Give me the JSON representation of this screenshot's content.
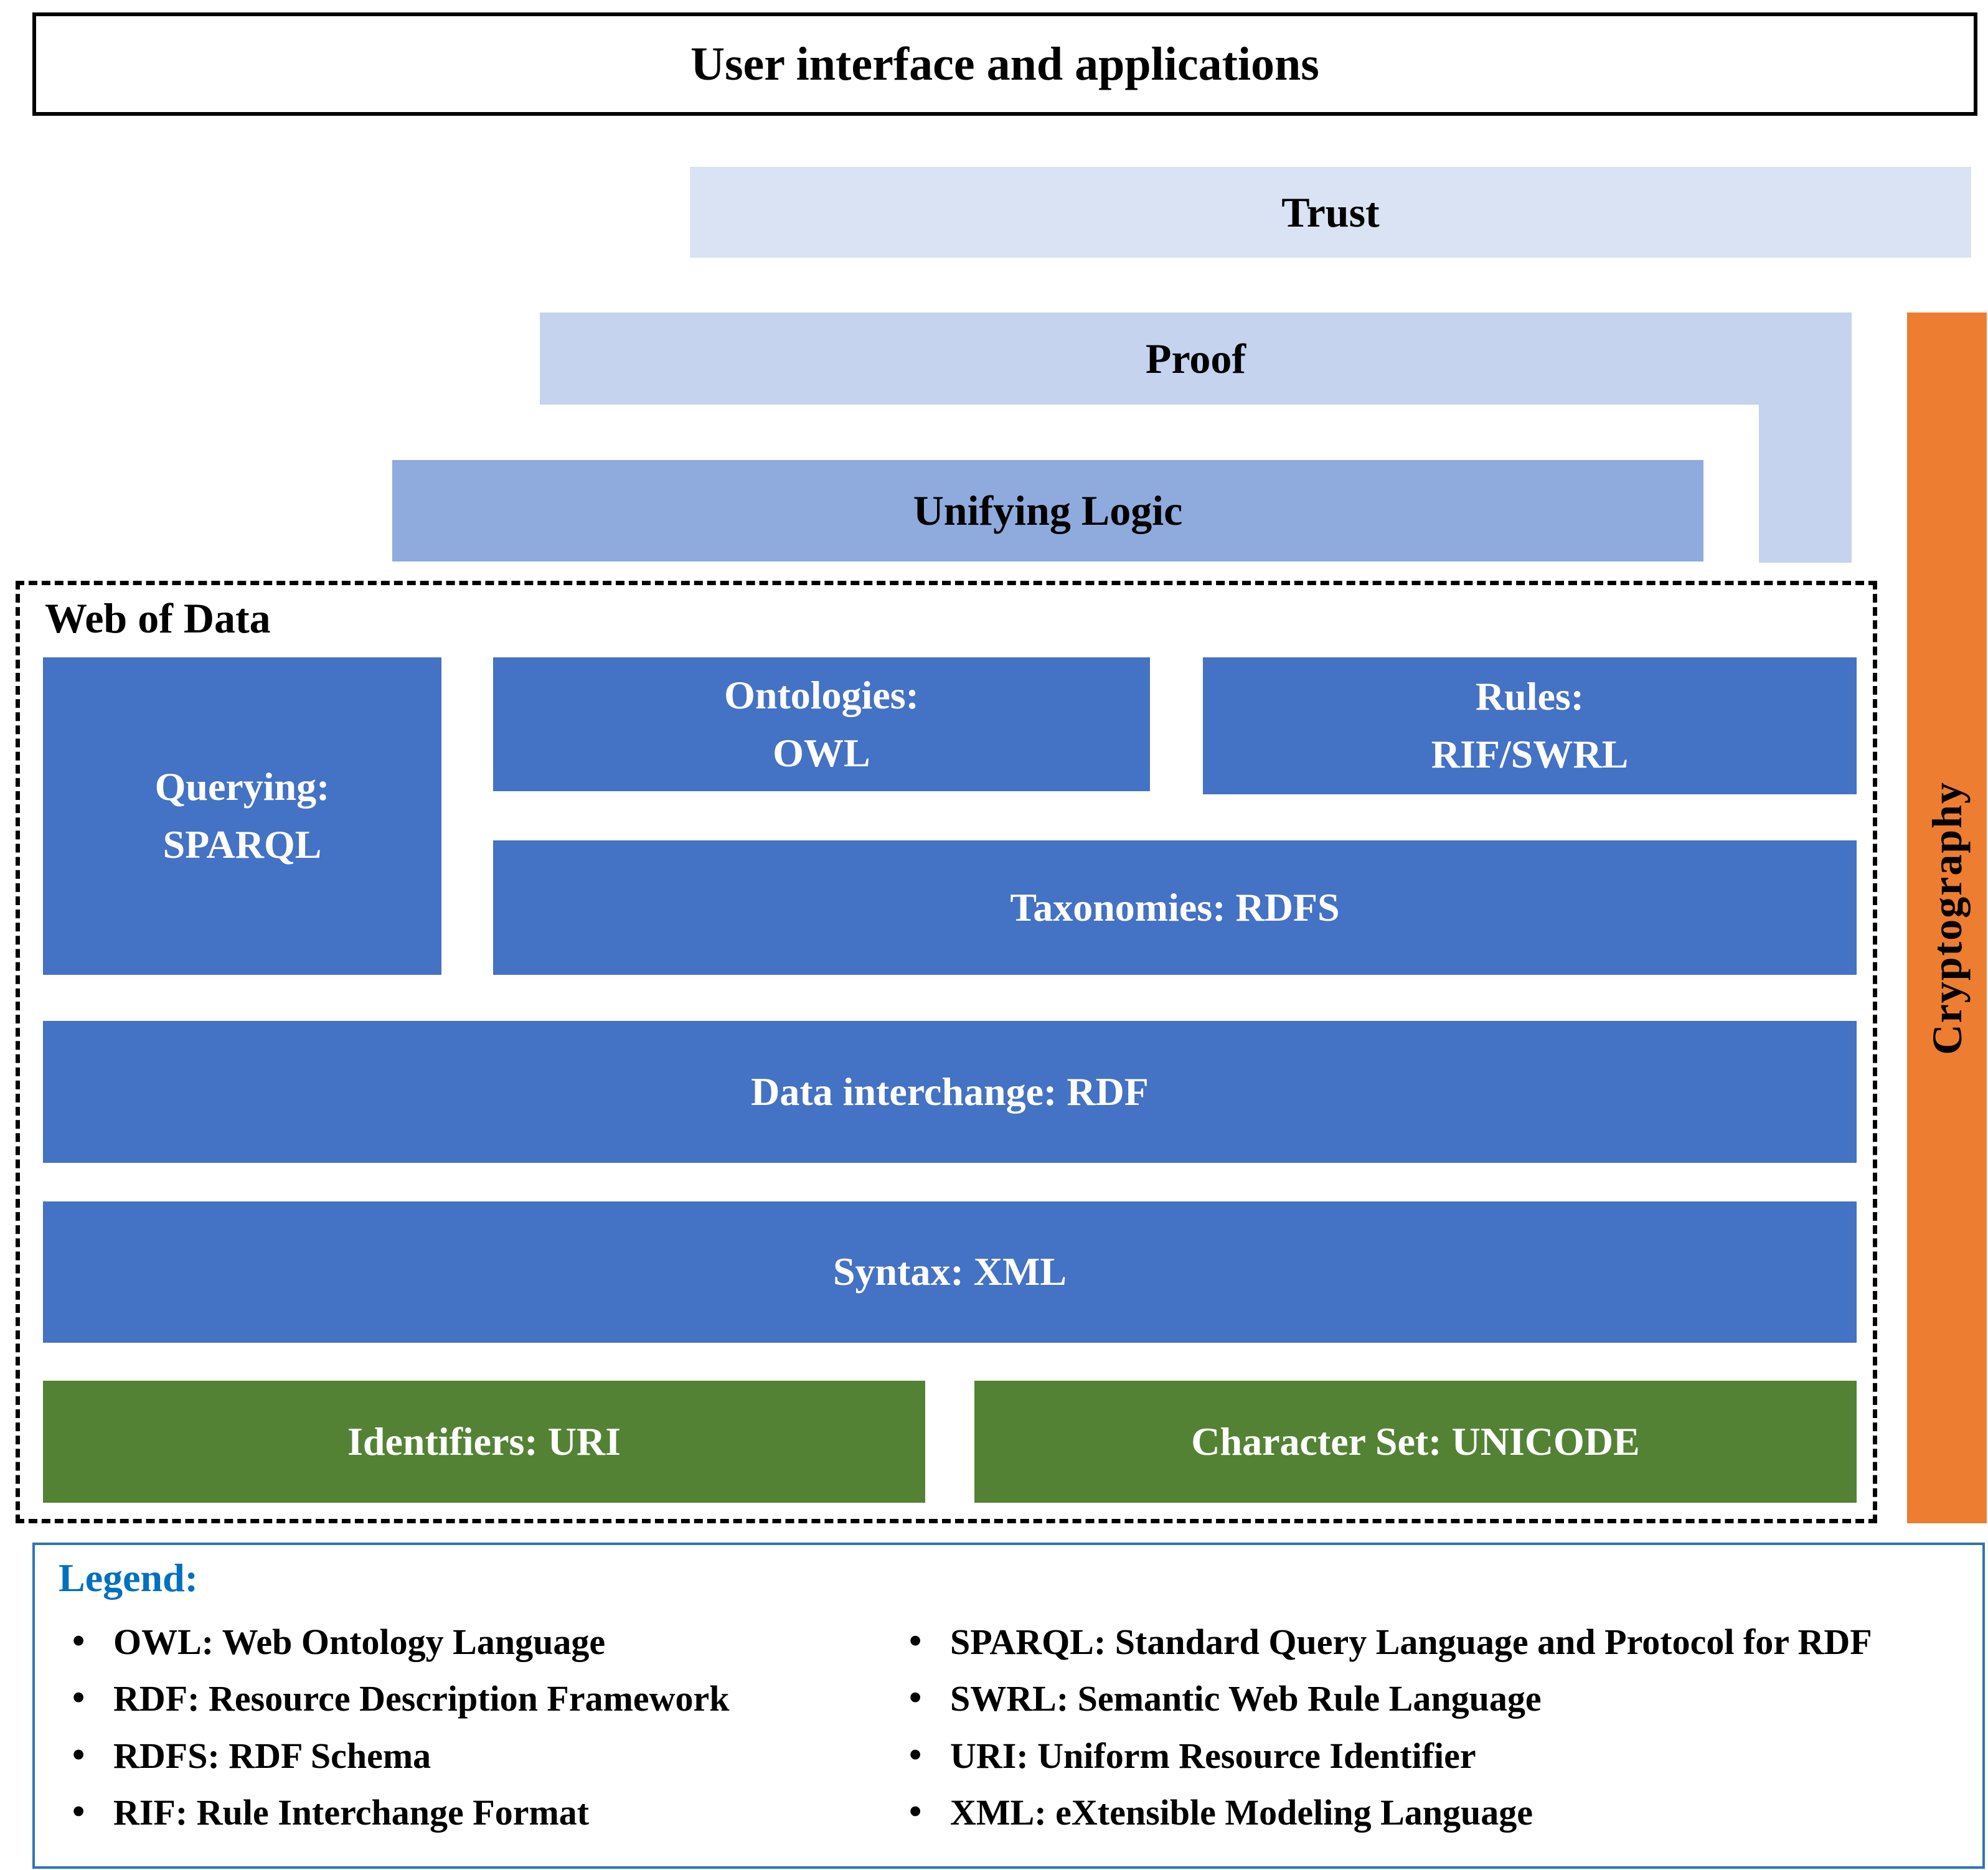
{
  "title_bar": {
    "label": "User interface and applications"
  },
  "layers": {
    "trust": {
      "label": "Trust"
    },
    "proof": {
      "label": "Proof"
    },
    "unifying_logic": {
      "label": "Unifying Logic"
    }
  },
  "cryptography": {
    "label": "Cryptography"
  },
  "web_of_data": {
    "label": "Web of Data",
    "querying": "Querying:\nSPARQL",
    "ontologies": "Ontologies:\nOWL",
    "rules": "Rules:\nRIF/SWRL",
    "taxonomies": "Taxonomies: RDFS",
    "data_interchange": "Data interchange: RDF",
    "syntax": "Syntax: XML",
    "identifiers": "Identifiers: URI",
    "character_set": "Character Set: UNICODE"
  },
  "legend": {
    "title": "Legend:",
    "left_items": [
      "OWL: Web Ontology Language",
      "RDF: Resource Description Framework",
      "RDFS: RDF Schema",
      "RIF: Rule Interchange Format"
    ],
    "right_items": [
      "SPARQL: Standard Query Language and Protocol for RDF",
      "SWRL: Semantic Web Rule Language",
      "URI: Uniform Resource Identifier",
      "XML: eXtensible Modeling Language"
    ]
  },
  "colors": {
    "box_blue": "#4472C4",
    "box_green": "#548235",
    "crypto_orange": "#ED7D31",
    "trust_fill": "#DAE3F3",
    "proof_fill": "#C5D3EE",
    "logic_fill": "#8FAADC",
    "legend_border": "#2E75B6",
    "legend_title": "#0070C0"
  }
}
